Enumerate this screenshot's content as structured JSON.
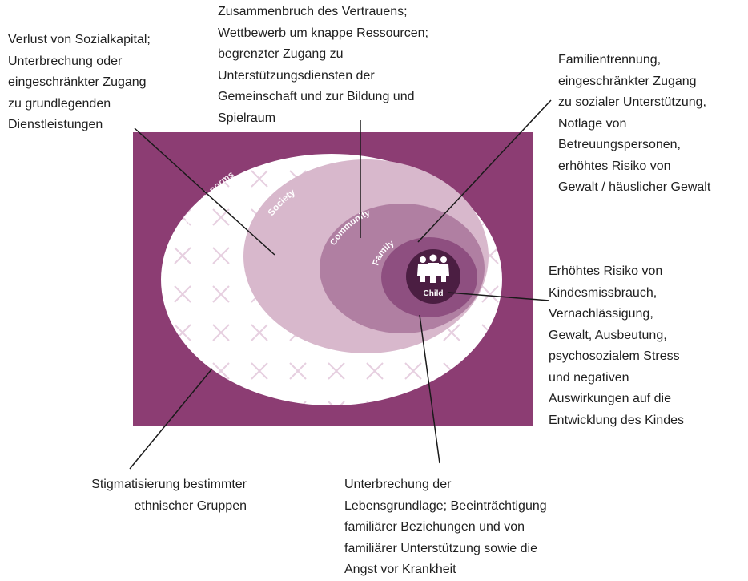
{
  "colors": {
    "background_panel": "#8c3d73",
    "sociocultural_ring": "#ffffff",
    "society_ring": "#d8b8cc",
    "community_ring": "#b07fa2",
    "family_ring": "#8e4f80",
    "child_circle": "#4b1e42",
    "cross_marks": "#e6cfe0",
    "connector_lines": "#1a1a1a"
  },
  "levels": {
    "sociocultural_norms": "Sociocultural norms",
    "society": "Society",
    "community": "Community",
    "family": "Family",
    "child": "Child"
  },
  "child_icon": "three-children-figures-icon",
  "annotations": {
    "society": "Verlust von Sozialkapital;\nUnterbrechung oder\neingeschränkter Zugang\nzu grundlegenden\nDienstleistungen",
    "community": "Zusammenbruch des Vertrauens;\nWettbewerb um knappe Ressourcen;\nbegrenzter Zugang zu\nUnterstützungsdiensten der\nGemeinschaft und zur Bildung und\nSpielraum",
    "family": "Familientrennung,\neingeschränkter Zugang\nzu sozialer Unterstützung,\nNotlage von\nBetreuungspersonen,\nerhöhtes Risiko von\nGewalt / häuslicher Gewalt",
    "child": "Erhöhtes Risiko von\nKindesmissbrauch,\nVernachlässigung,\nGewalt, Ausbeutung,\npsychosozialem Stress\nund negativen\nAuswirkungen  auf die\nEntwicklung des Kindes",
    "sociocultural_norms": "Stigmatisierung bestimmter\nethnischer Gruppen",
    "family_livelihood": "Unterbrechung der\nLebensgrundlage; Beeinträchtigung\nfamiliärer Beziehungen und von\nfamiliärer Unterstützung sowie die\nAngst vor Krankheit"
  }
}
